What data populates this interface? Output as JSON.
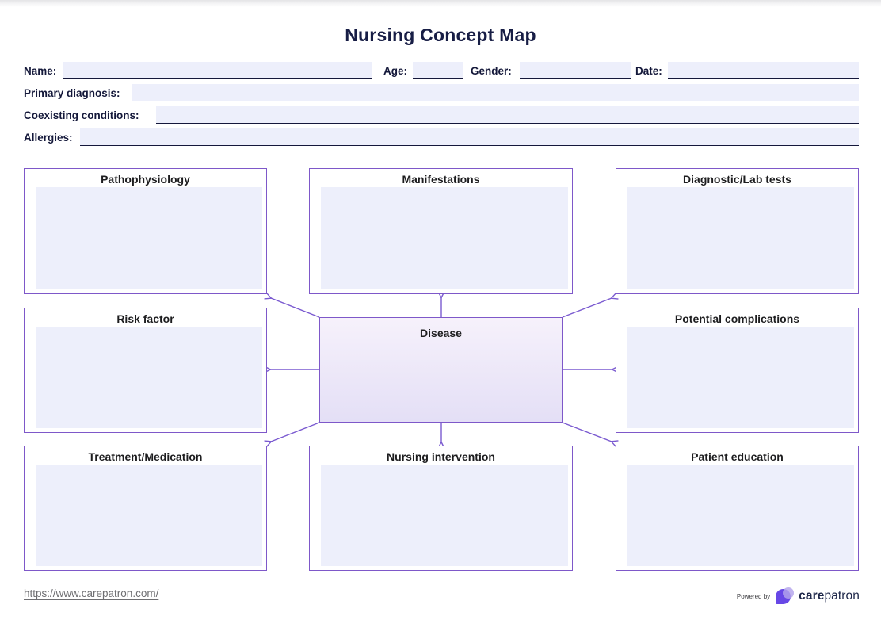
{
  "title": "Nursing Concept Map",
  "form": {
    "fields": [
      {
        "label": "Name:",
        "value": ""
      },
      {
        "label": "Age:",
        "value": ""
      },
      {
        "label": "Gender:",
        "value": ""
      },
      {
        "label": "Date:",
        "value": ""
      },
      {
        "label": "Primary diagnosis:",
        "value": ""
      },
      {
        "label": "Coexisting conditions:",
        "value": ""
      },
      {
        "label": "Allergies:",
        "value": ""
      }
    ]
  },
  "map": {
    "center": {
      "label": "Disease",
      "value": ""
    },
    "nodes": [
      {
        "label": "Pathophysiology",
        "value": ""
      },
      {
        "label": "Manifestations",
        "value": ""
      },
      {
        "label": "Diagnostic/Lab tests",
        "value": ""
      },
      {
        "label": "Risk factor",
        "value": ""
      },
      {
        "label": "Potential complications",
        "value": ""
      },
      {
        "label": "Treatment/Medication",
        "value": ""
      },
      {
        "label": "Nursing intervention",
        "value": ""
      },
      {
        "label": "Patient education",
        "value": ""
      }
    ]
  },
  "footer": {
    "link": "https://www.carepatron.com/",
    "powered_by": "Powered by",
    "brand_bold": "care",
    "brand_light": "patron"
  },
  "colors": {
    "box_border": "#7e58c9",
    "arrow": "#7a5ad0",
    "panel_fill": "#edeffb",
    "title_navy": "#171d45",
    "brand_navy": "#1e2749",
    "logo_purple": "#6747e6",
    "logo_lavender": "#b3a3ec"
  }
}
